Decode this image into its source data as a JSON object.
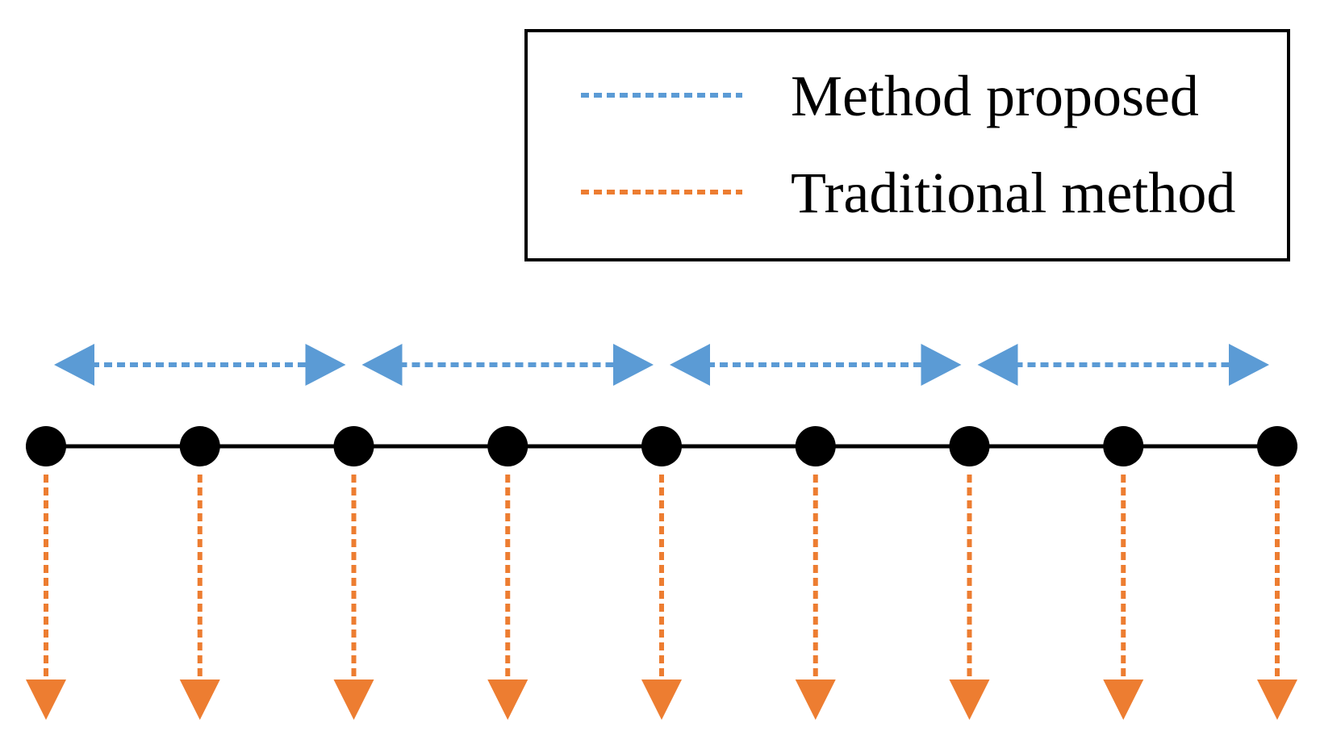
{
  "legend": {
    "items": [
      {
        "label": "Method proposed",
        "color": "#5B9BD5",
        "style": "dashed-double-arrow"
      },
      {
        "label": "Traditional method",
        "color": "#ED7D31",
        "style": "dashed-down-arrow"
      }
    ]
  },
  "timeline": {
    "node_count": 9,
    "node_color": "#000000",
    "line_color": "#000000"
  },
  "proposed_spans": [
    {
      "from_node": 0,
      "to_node": 2
    },
    {
      "from_node": 2,
      "to_node": 4
    },
    {
      "from_node": 4,
      "to_node": 6
    },
    {
      "from_node": 6,
      "to_node": 8
    }
  ],
  "traditional_arrows": {
    "count": 9
  }
}
